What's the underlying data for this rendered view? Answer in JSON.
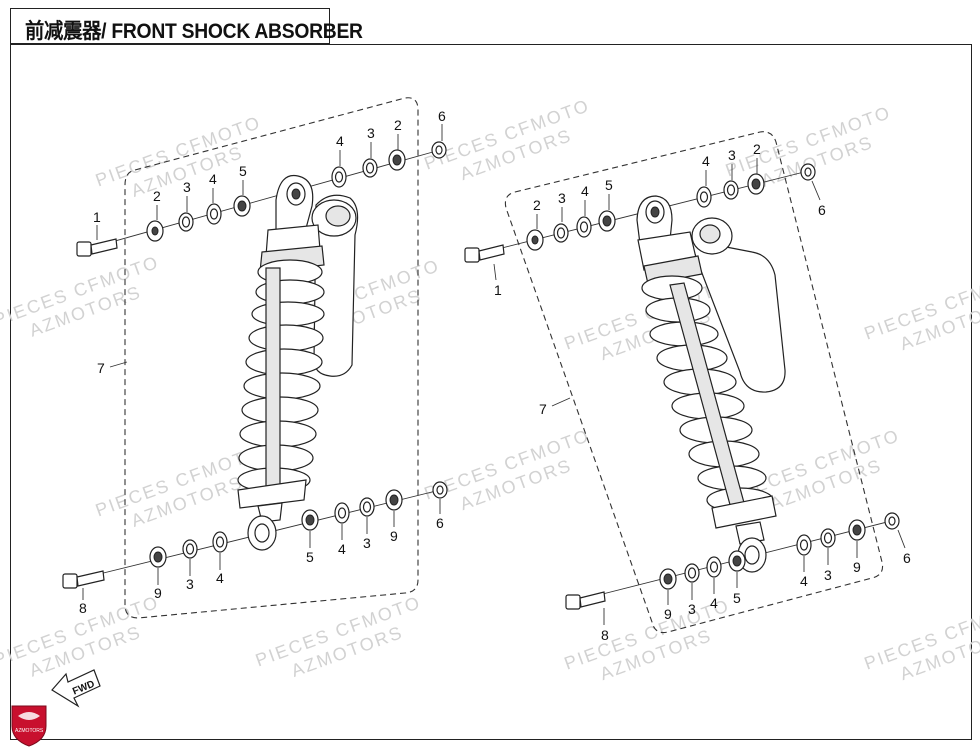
{
  "title": "前减震器/ FRONT SHOCK ABSORBER",
  "watermark": {
    "line1": "PIECES CFMOTO",
    "line2": "AZMOTORS"
  },
  "fwd_label": "FWD",
  "logo_text": "AZMOTORS",
  "colors": {
    "logo_red": "#c8102e",
    "line": "#222222",
    "watermark": "#d2d2d2"
  },
  "callouts_left": {
    "top_bolt": "1",
    "top_2a": "2",
    "top_3a": "3",
    "top_4a": "4",
    "top_5a": "5",
    "top_4b": "4",
    "top_3b": "3",
    "top_2b": "2",
    "top_6": "6",
    "assembly": "7",
    "bot_bolt": "8",
    "bot_9a": "9",
    "bot_3a": "3",
    "bot_4a": "4",
    "bot_5": "5",
    "bot_4b": "4",
    "bot_3b": "3",
    "bot_9b": "9",
    "bot_6": "6"
  },
  "callouts_right": {
    "top_bolt": "1",
    "top_2a": "2",
    "top_3a": "3",
    "top_4a": "4",
    "top_5a": "5",
    "top_4b": "4",
    "top_3b": "3",
    "top_2b": "2",
    "top_6": "6",
    "assembly": "7",
    "bot_bolt": "8",
    "bot_9a": "9",
    "bot_3a": "3",
    "bot_4a": "4",
    "bot_5": "5",
    "bot_4b": "4",
    "bot_3b": "3",
    "bot_9b": "9",
    "bot_6": "6"
  }
}
